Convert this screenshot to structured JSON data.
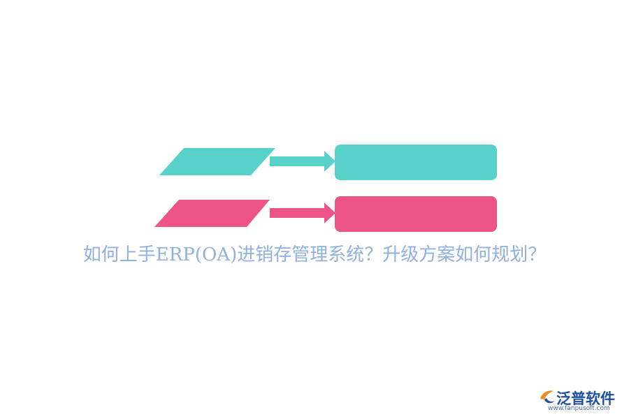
{
  "title": "如何上手ERP(OA)进销存管理系统？升级方案如何规划？",
  "rows": [
    {
      "color": "#57d2c8"
    },
    {
      "color": "#ec5488"
    }
  ],
  "brand": {
    "name": "泛普软件",
    "url": "www.fanpusoft.com",
    "logo_icon": "fanpu-logo-icon",
    "accent": "#1f4f9e",
    "logo_orange": "#f08a1c"
  }
}
